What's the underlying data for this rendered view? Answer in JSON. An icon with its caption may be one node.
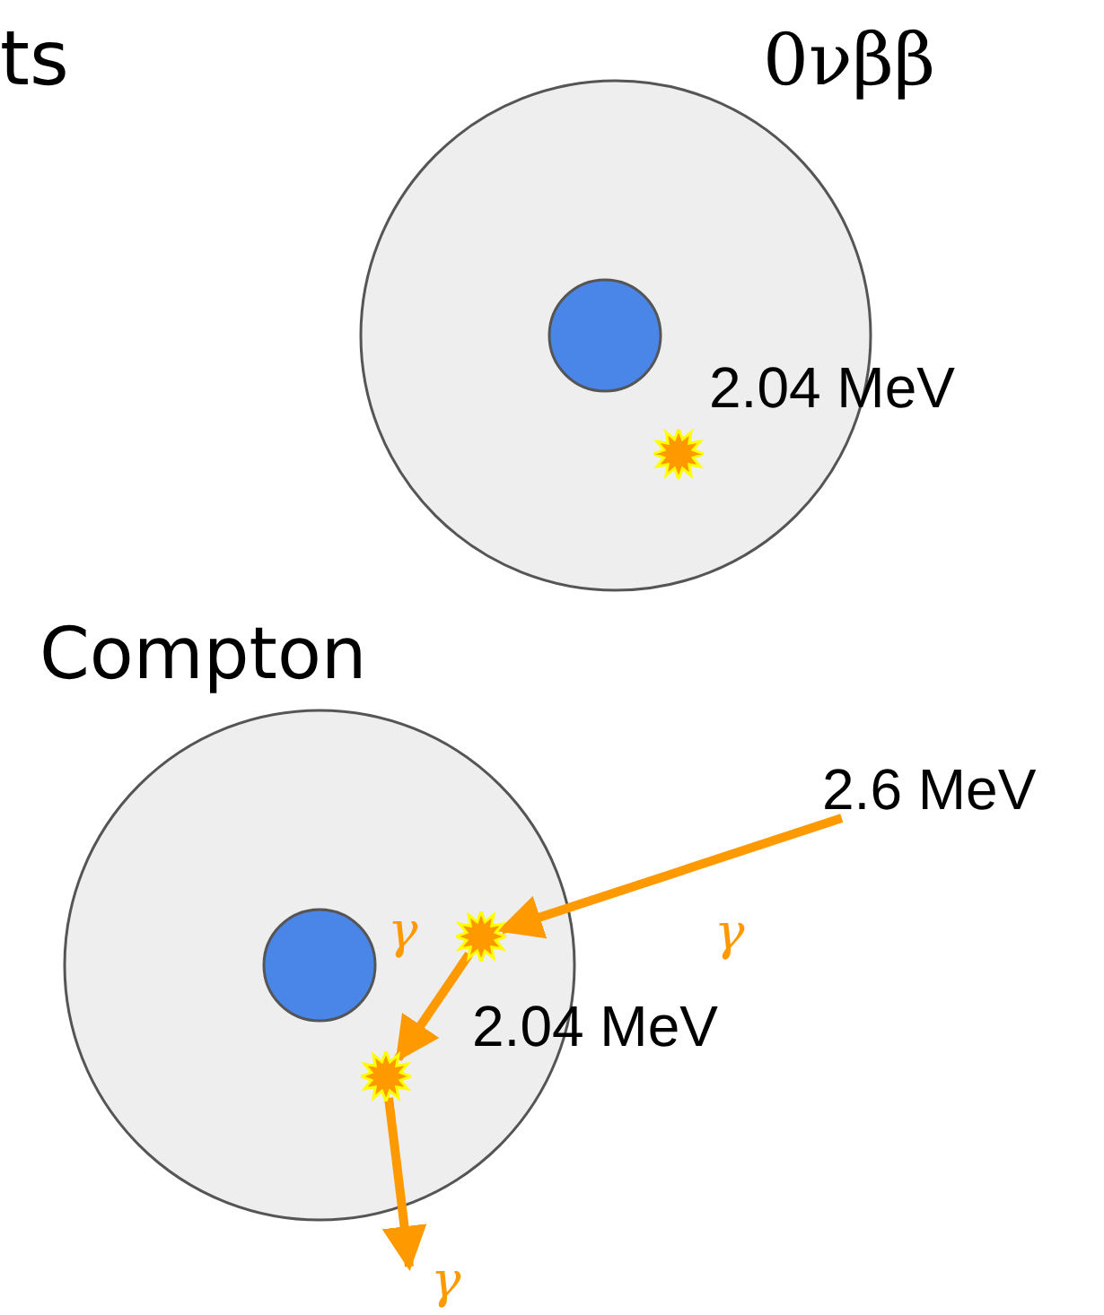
{
  "diagram": {
    "nodes": [
      {
        "text": [],
        "shape": "burst"
      },
      {
        "text": [
          "2.6 MeV"
        ]
      },
      {
        "text": [],
        "shape": "burst"
      },
      {
        "text": [],
        "shape": "burst"
      }
    ],
    "edges": [
      {
        "from": 1,
        "to": 2,
        "arrow": "to",
        "label": "γ"
      },
      {
        "from": 2,
        "to": 3,
        "arrow": "to",
        "label": "γ"
      },
      {
        "from": 3,
        "to": null,
        "arrow": "to",
        "label": "γ"
      }
    ],
    "labels": [
      "ts",
      "0νββ",
      "2.04 MeV",
      "Compton",
      "2.04 MeV"
    ]
  }
}
